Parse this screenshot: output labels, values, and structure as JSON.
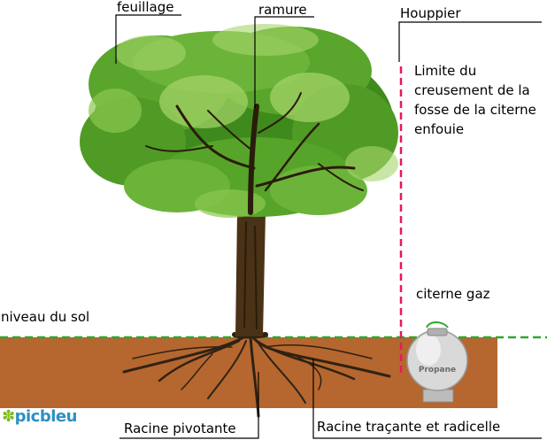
{
  "labels": {
    "feuillage": "feuillage",
    "ramure": "ramure",
    "houppier": "Houppier",
    "limite": "Limite du creusement de la fosse de la citerne enfouie",
    "citerne_gaz": "citerne gaz",
    "niveau_sol": "niveau du sol",
    "racine_pivotante": "Racine pivotante",
    "racine_tracante": "Racine traçante et radicelle"
  },
  "tank": {
    "label": "Propane"
  },
  "logo": {
    "text": "picbleu"
  },
  "colors": {
    "soil": "#b5672f",
    "ground_line": "#2ea82e",
    "limit_line": "#e8195a",
    "foliage_dark": "#3f8a1c",
    "foliage_mid": "#6cb33a",
    "foliage_light": "#a6d66a",
    "trunk": "#4a3216",
    "logo_blue": "#2e8fc4",
    "logo_green": "#7cbd1e"
  }
}
